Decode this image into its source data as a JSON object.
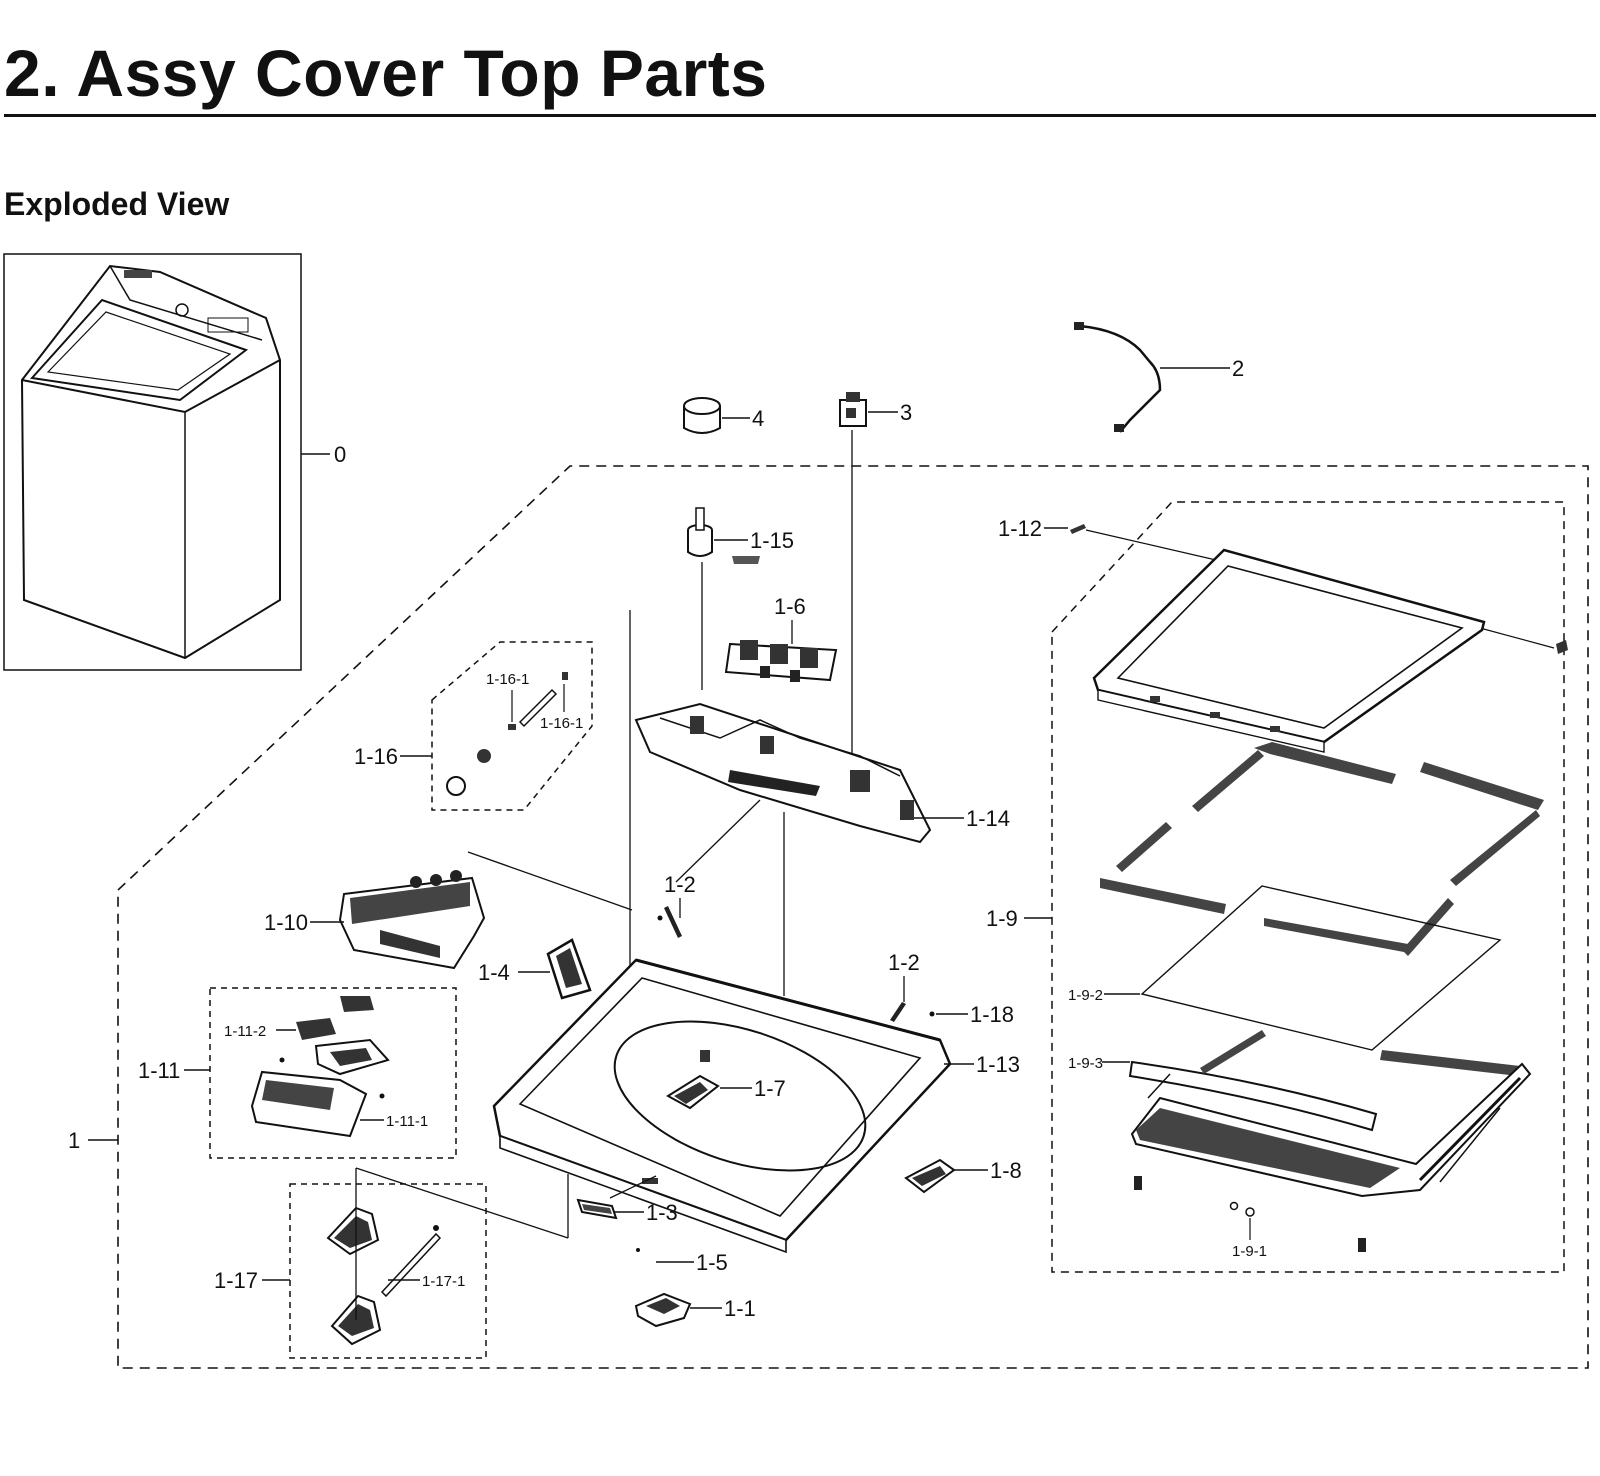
{
  "header": {
    "title": "2.  Assy Cover Top Parts",
    "subtitle": "Exploded View"
  },
  "callouts": {
    "c0": "0",
    "c1": "1",
    "c2": "2",
    "c3": "3",
    "c4": "4",
    "c1_1": "1-1",
    "c1_2a": "1-2",
    "c1_2b": "1-2",
    "c1_3": "1-3",
    "c1_4": "1-4",
    "c1_5": "1-5",
    "c1_6": "1-6",
    "c1_7": "1-7",
    "c1_8": "1-8",
    "c1_9": "1-9",
    "c1_9_1": "1-9-1",
    "c1_9_2": "1-9-2",
    "c1_9_3": "1-9-3",
    "c1_10": "1-10",
    "c1_11": "1-11",
    "c1_11_1": "1-11-1",
    "c1_11_2": "1-11-2",
    "c1_12": "1-12",
    "c1_13": "1-13",
    "c1_14": "1-14",
    "c1_15": "1-15",
    "c1_16": "1-16",
    "c1_16_1a": "1-16-1",
    "c1_16_1b": "1-16-1",
    "c1_17": "1-17",
    "c1_17_1": "1-17-1",
    "c1_18": "1-18"
  }
}
